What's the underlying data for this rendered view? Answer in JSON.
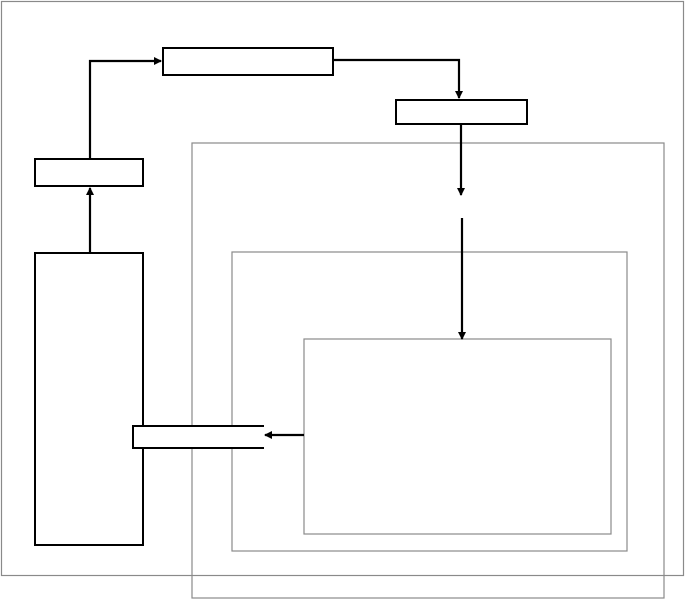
{
  "diagram": {
    "title": "",
    "nodes": [
      {
        "id": "tall-block",
        "label": ""
      },
      {
        "id": "left-small-block",
        "label": ""
      },
      {
        "id": "top-block",
        "label": ""
      },
      {
        "id": "right-block",
        "label": ""
      },
      {
        "id": "inner-block",
        "label": ""
      },
      {
        "id": "output-slot",
        "label": ""
      }
    ],
    "edges": [
      {
        "from": "tall-block",
        "to": "left-small-block"
      },
      {
        "from": "left-small-block",
        "to": "top-block"
      },
      {
        "from": "top-block",
        "to": "right-block"
      },
      {
        "from": "right-block",
        "to": "outer-frame"
      },
      {
        "from": "outer-frame",
        "to": "inner-block"
      },
      {
        "from": "inner-block",
        "to": "output-slot"
      }
    ],
    "colors": {
      "line": "#000000",
      "frame": "#8a8a8a",
      "background": "#ffffff"
    }
  }
}
